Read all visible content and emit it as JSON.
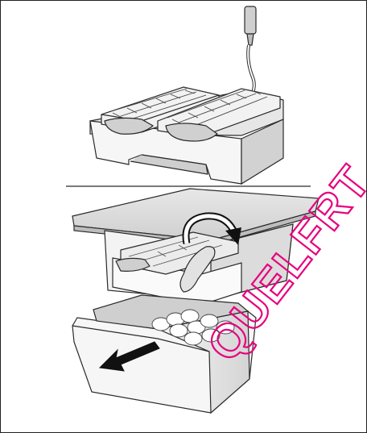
{
  "figure": {
    "steps": [
      {
        "name": "fill-ice-trays-with-water"
      },
      {
        "name": "twist-tray-to-release-ice-into-bin"
      }
    ],
    "watermark": {
      "text": "QUELFRT",
      "color": "#e6007e"
    },
    "colors": {
      "line": "#2a2a2a",
      "fill_light": "#f4f4f4",
      "fill_mid": "#d9d9d9",
      "fill_dark": "#bdbdbd",
      "arrow": "#111111"
    },
    "icons": [
      "curved-arrow-icon",
      "pull-out-arrow-icon",
      "water-faucet-icon"
    ]
  }
}
